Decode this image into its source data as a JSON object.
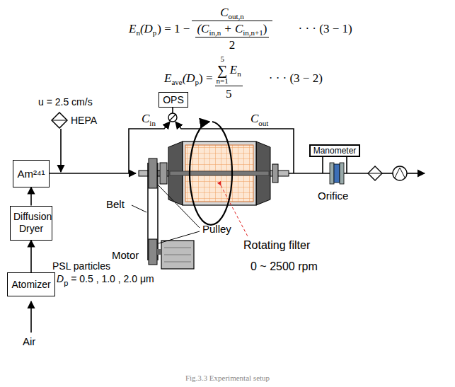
{
  "diagram": {
    "caption": "Fig.3.3 Experimental setup",
    "nodes": [
      {
        "text": [
          "OPS"
        ]
      },
      {
        "text": [
          "HEPA"
        ]
      },
      {
        "text": [
          "Manometer"
        ]
      },
      {
        "text": [
          "Am²⁴¹"
        ]
      },
      {
        "text": [
          "Diffusion Dryer"
        ]
      },
      {
        "text": [
          "Atomizer"
        ]
      }
    ],
    "edges": [
      {
        "from": 5,
        "to": 4,
        "arrow": "to"
      },
      {
        "from": 4,
        "to": 3,
        "arrow": "to"
      }
    ],
    "labels": [
      "E",
      "n",
      "(D",
      "p",
      ") = 1 −",
      "C",
      "out,n",
      "(C",
      "in,n",
      "+ C",
      "in,n+1",
      ")",
      "2",
      "· · · (3 − 1)",
      "E",
      "ave",
      "(D",
      "p",
      ") =",
      "5",
      "∑",
      "n=1",
      "E",
      "n",
      "5",
      "· · · (3 − 2)",
      "u = 2.5 cm/s",
      "C",
      "in",
      "C",
      "out",
      "Belt",
      "Pulley",
      "Motor",
      "Rotating filter",
      "0 ~ 2500 rpm",
      "Orifice",
      "PSL particles",
      "D",
      "p",
      "= 0.5 , 1.0 , 2.0 μm",
      "Air"
    ]
  }
}
